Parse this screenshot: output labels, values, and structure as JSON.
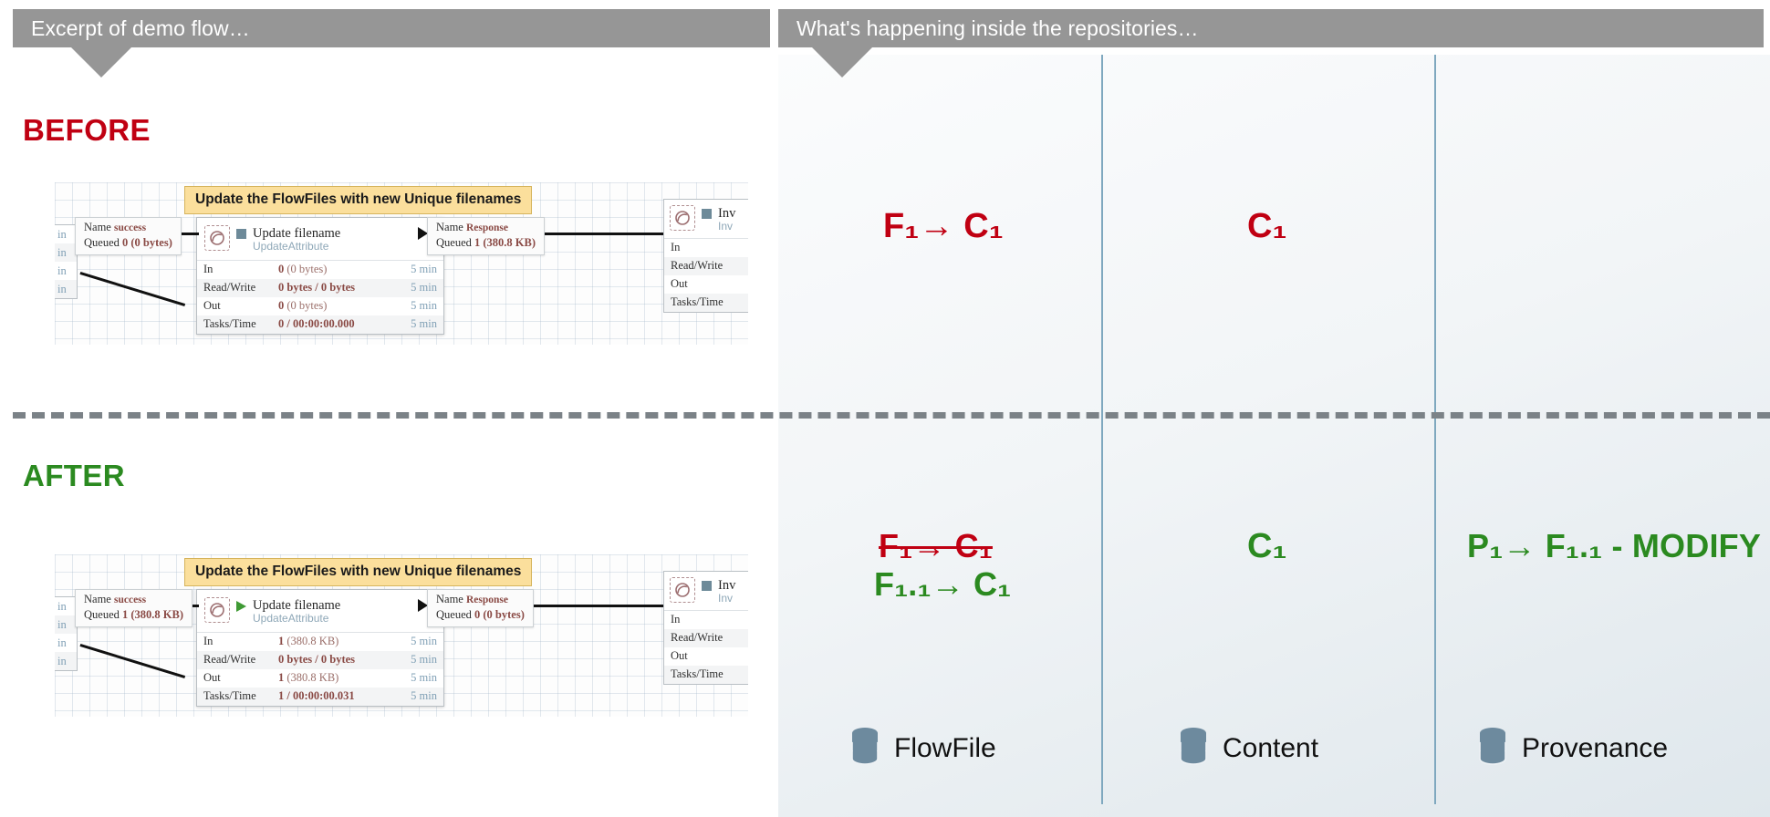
{
  "banners": {
    "left": "Excerpt of demo flow…",
    "right": "What's happening inside the repositories…"
  },
  "sections": {
    "before": {
      "title": "BEFORE",
      "color": "#c00012"
    },
    "after": {
      "title": "AFTER",
      "color": "#2b8a20"
    }
  },
  "flow": {
    "before": {
      "sticky_label": "Update the FlowFiles with new Unique filenames",
      "processor": {
        "name": "Update filename",
        "type": "UpdateAttribute",
        "state": "stopped",
        "icon": "updateattribute-icon",
        "stats": [
          {
            "label": "In",
            "value": "0",
            "detail": "(0 bytes)",
            "time": "5 min"
          },
          {
            "label": "Read/Write",
            "value": "0 bytes / 0 bytes",
            "detail": "",
            "time": "5 min"
          },
          {
            "label": "Out",
            "value": "0",
            "detail": "(0 bytes)",
            "time": "5 min"
          },
          {
            "label": "Tasks/Time",
            "value": "0 / 00:00:00.000",
            "detail": "",
            "time": "5 min"
          }
        ]
      },
      "connection_left": {
        "name_key": "Name",
        "name_value": "success",
        "queued_key": "Queued",
        "queued_value": "0",
        "queued_detail": "(0 bytes)"
      },
      "connection_right": {
        "name_key": "Name",
        "name_value": "Response",
        "queued_key": "Queued",
        "queued_value": "1",
        "queued_detail": "(380.8 KB)"
      },
      "edge_processor_right": {
        "name": "Inv",
        "type": "Inv",
        "rows": [
          "In",
          "Read/Write",
          "Out",
          "Tasks/Time"
        ]
      },
      "edge_processor_left_rows": [
        "in",
        "in",
        "in",
        "in"
      ]
    },
    "after": {
      "sticky_label": "Update the FlowFiles with new Unique filenames",
      "processor": {
        "name": "Update filename",
        "type": "UpdateAttribute",
        "state": "running",
        "icon": "updateattribute-icon",
        "stats": [
          {
            "label": "In",
            "value": "1",
            "detail": "(380.8 KB)",
            "time": "5 min"
          },
          {
            "label": "Read/Write",
            "value": "0 bytes / 0 bytes",
            "detail": "",
            "time": "5 min"
          },
          {
            "label": "Out",
            "value": "1",
            "detail": "(380.8 KB)",
            "time": "5 min"
          },
          {
            "label": "Tasks/Time",
            "value": "1 / 00:00:00.031",
            "detail": "",
            "time": "5 min"
          }
        ]
      },
      "connection_left": {
        "name_key": "Name",
        "name_value": "success",
        "queued_key": "Queued",
        "queued_value": "1",
        "queued_detail": "(380.8 KB)"
      },
      "connection_right": {
        "name_key": "Name",
        "name_value": "Response",
        "queued_key": "Queued",
        "queued_value": "0",
        "queued_detail": "(0 bytes)"
      },
      "edge_processor_right": {
        "name": "Inv",
        "type": "Inv",
        "rows": [
          "In",
          "Read/Write",
          "Out",
          "Tasks/Time"
        ]
      },
      "edge_processor_left_rows": [
        "in",
        "in",
        "in",
        "in"
      ]
    }
  },
  "repositories": {
    "columns": [
      {
        "key": "flowfile",
        "label": "FlowFile",
        "icon": "database-icon"
      },
      {
        "key": "content",
        "label": "Content",
        "icon": "database-icon"
      },
      {
        "key": "provenance",
        "label": "Provenance",
        "icon": "database-icon"
      }
    ],
    "before": {
      "flowfile": {
        "text": "F₁→ C₁",
        "color": "#c00012"
      },
      "content": {
        "text": "C₁",
        "color": "#c00012"
      },
      "provenance": {
        "text": "",
        "color": "#c00012"
      }
    },
    "after": {
      "flowfile_old": {
        "text": "F₁→ C₁",
        "color": "#c00012",
        "strikethrough": true
      },
      "flowfile_new": {
        "text": "F₁.₁→ C₁",
        "color": "#2b8a20"
      },
      "content": {
        "text": "C₁",
        "color": "#2b8a20"
      },
      "provenance": {
        "text": "P₁→ F₁.₁ - MODIFY",
        "color": "#2b8a20"
      }
    }
  },
  "colors": {
    "banner_gray": "#969696",
    "before_red": "#c00012",
    "after_green": "#2b8a20",
    "divider_blue": "#7fa8bf",
    "dashed_gray": "#7b8287",
    "sticky_yellow": "#fbdf9c",
    "db_blue": "#6d8a9e"
  }
}
